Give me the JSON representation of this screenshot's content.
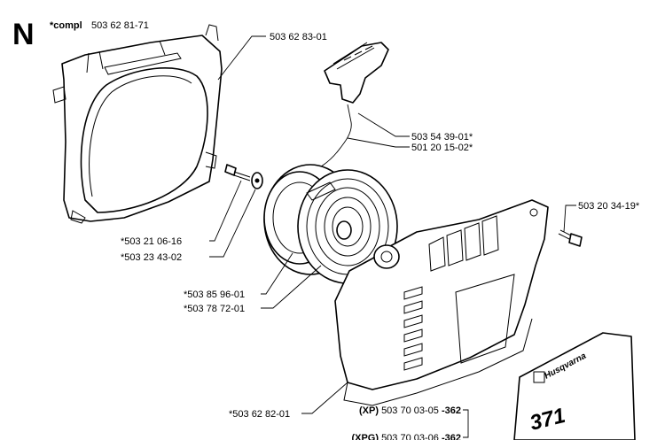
{
  "section_letter": "N",
  "compl": {
    "prefix": "*compl",
    "number": "503 62 81-71"
  },
  "parts": {
    "cover_frame": "503 62 83-01",
    "handle": "503 54 39-01*",
    "rope": "501 20 15-02*",
    "screw_right": "503 20 34-19*",
    "screw_left": "*503 21 06-16",
    "washer": "*503 23 43-02",
    "pulley": "*503 85 96-01",
    "spring": "*503 78 72-01",
    "housing": "*503 62 82-01"
  },
  "decals": [
    {
      "prefix": "(XP)",
      "number": "503 70 03-05",
      "suffix": "-362"
    },
    {
      "prefix": "(XPG)",
      "number": "503 70 03-06",
      "suffix": "-362"
    }
  ],
  "decal_art": {
    "brand": "Husqvarna",
    "model": "371"
  }
}
